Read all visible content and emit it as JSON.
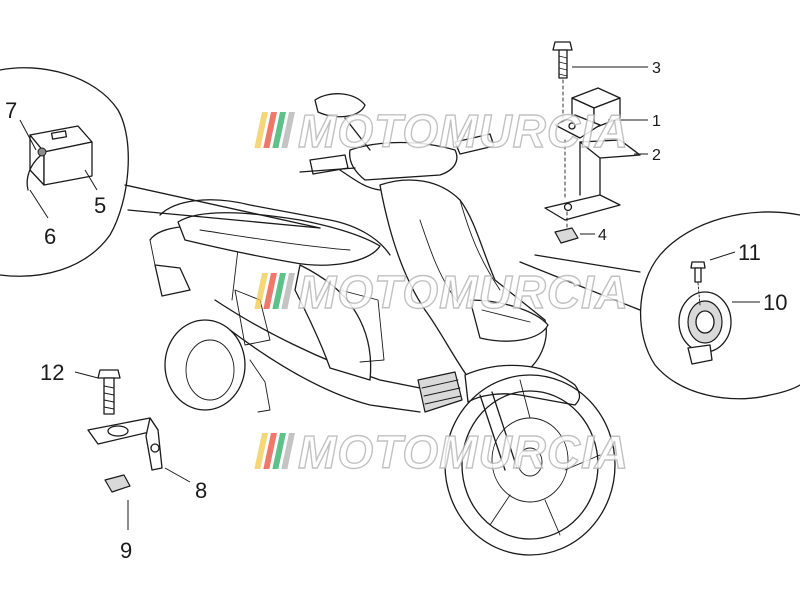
{
  "diagram": {
    "callouts": {
      "n1": "1",
      "n2": "2",
      "n3": "3",
      "n4": "4",
      "n5": "5",
      "n6": "6",
      "n7": "7",
      "n8": "8",
      "n9": "9",
      "n10": "10",
      "n11": "11",
      "n12": "12"
    },
    "watermark": {
      "text": "MOTOMURCIA",
      "stripe_colors": [
        "#f2c94c",
        "#e74c3c",
        "#27ae60",
        "#b0b0b0"
      ]
    },
    "colors": {
      "line": "#1a1a1a",
      "background": "#ffffff"
    }
  }
}
